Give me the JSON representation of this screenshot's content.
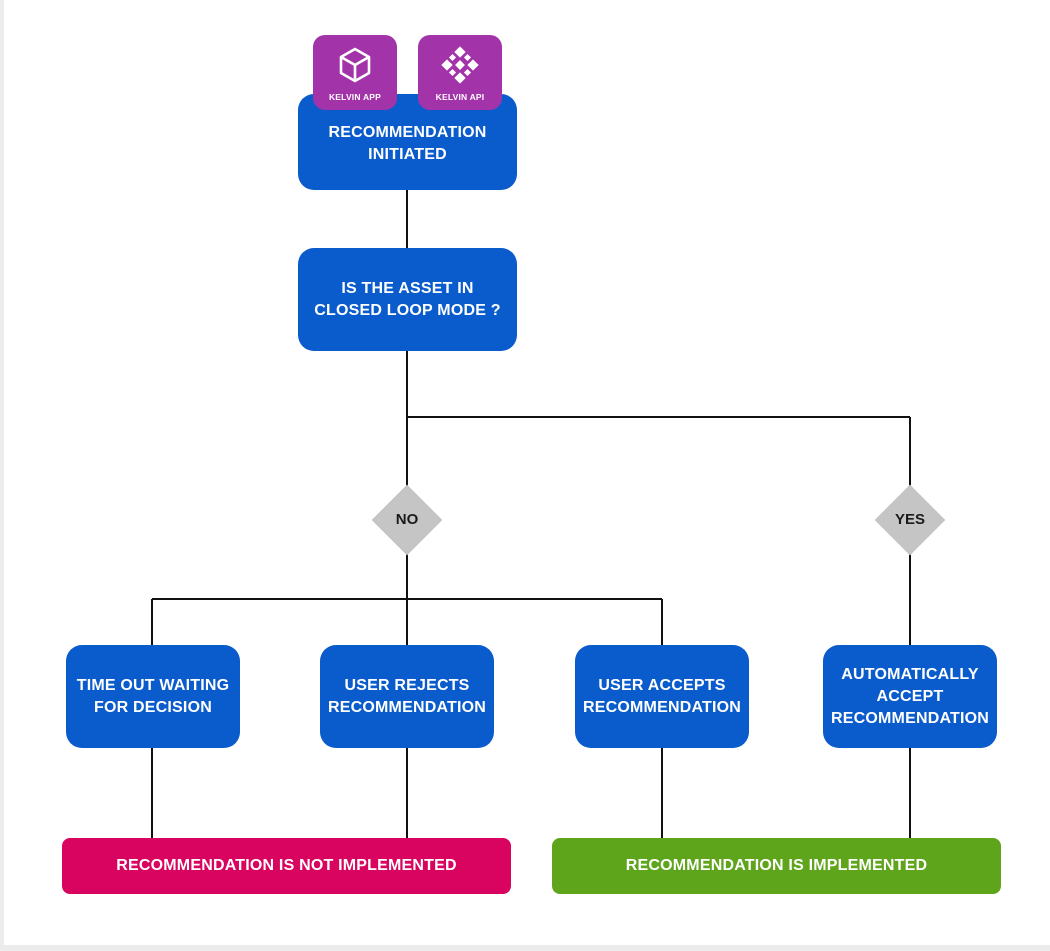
{
  "colors": {
    "process": "#0a5ccc",
    "not_implemented": "#d9045f",
    "implemented": "#5ea51b",
    "decision": "#c5c5c5",
    "badge": "#a233a9",
    "connector": "#111111"
  },
  "badges": [
    {
      "label": "KELVIN APP",
      "icon": "cube-icon"
    },
    {
      "label": "KELVIN API",
      "icon": "api-diamond-icon"
    }
  ],
  "nodes": {
    "start": "RECOMMENDATION INITIATED",
    "question": "IS THE ASSET IN CLOSED LOOP MODE ?",
    "timeout": "TIME OUT WAITING FOR DECISION",
    "user_rejects": "USER REJECTS RECOMMENDATION",
    "user_accepts": "USER ACCEPTS RECOMMENDATION",
    "auto_accept": "AUTOMATICALLY ACCEPT RECOMMENDATION"
  },
  "decisions": {
    "no": "NO",
    "yes": "YES"
  },
  "outcomes": {
    "not_implemented": "RECOMMENDATION IS NOT IMPLEMENTED",
    "implemented": "RECOMMENDATION IS IMPLEMENTED"
  }
}
